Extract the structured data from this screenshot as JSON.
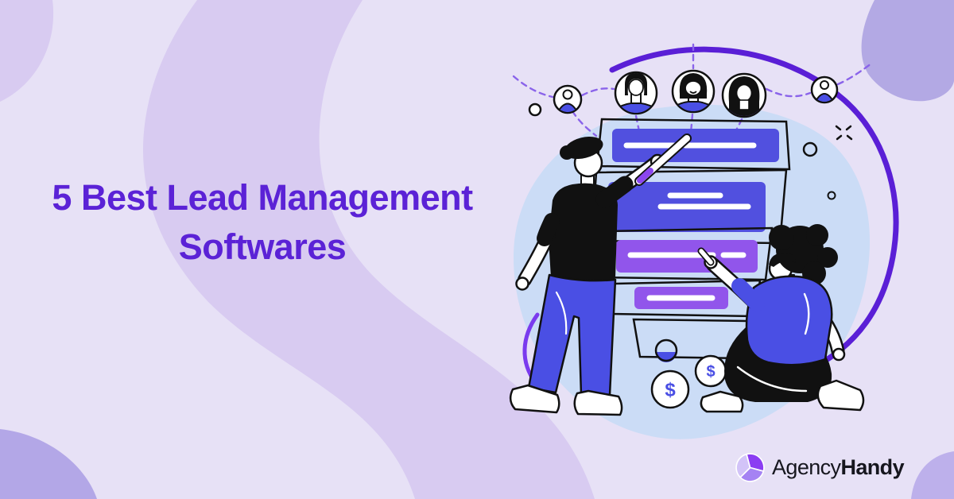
{
  "title": {
    "line1": "5 Best Lead Management",
    "line2": "Softwares"
  },
  "brand": {
    "name_regular": "Agency",
    "name_bold": "Handy",
    "logo_icon": "swirl-triskelion-icon"
  },
  "illustration": {
    "description": "Two people reviewing a lead list board with contact avatars and dollar coins",
    "coins": [
      {
        "symbol": "$"
      },
      {
        "symbol": "$"
      }
    ],
    "avatars": [
      "person-icon",
      "man-avatar-icon",
      "woman-bob-avatar-icon",
      "woman-long-hair-avatar-icon",
      "person-icon"
    ]
  },
  "colors": {
    "background": "#E7E1F6",
    "band": "#D8CBF1",
    "corner_blob": "#B3A7E7",
    "illustration_blob": "#CBDCF6",
    "indigo": "#5150DF",
    "violet": "#9155EB",
    "deep_violet": "#5A1FD6",
    "title_text": "#5B22D6",
    "ink": "#111111",
    "logo_text": "#16161E"
  }
}
